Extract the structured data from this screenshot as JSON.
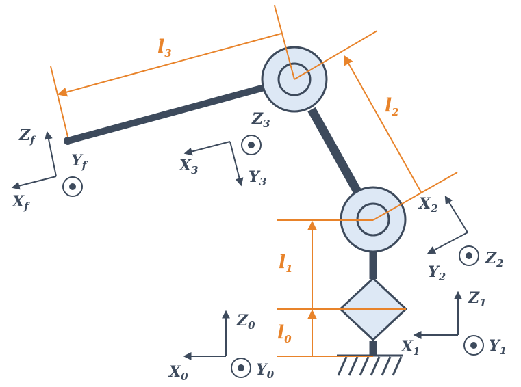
{
  "colors": {
    "link": "#3d4a5c",
    "joint_fill": "#dde8f5",
    "dimension": "#e8832a",
    "axis": "#3d4a5c"
  },
  "dimensions": [
    {
      "id": "l0",
      "main": "l",
      "sub": "0"
    },
    {
      "id": "l1",
      "main": "l",
      "sub": "1"
    },
    {
      "id": "l2",
      "main": "l",
      "sub": "2"
    },
    {
      "id": "l3",
      "main": "l",
      "sub": "3"
    }
  ],
  "frames": {
    "f0": {
      "x_main": "X",
      "x_sub": "0",
      "y_main": "Y",
      "y_sub": "0",
      "z_main": "Z",
      "z_sub": "0"
    },
    "f1": {
      "x_main": "X",
      "x_sub": "1",
      "y_main": "Y",
      "y_sub": "1",
      "z_main": "Z",
      "z_sub": "1"
    },
    "f2": {
      "x_main": "X",
      "x_sub": "2",
      "y_main": "Y",
      "y_sub": "2",
      "z_main": "Z",
      "z_sub": "2"
    },
    "f3": {
      "x_main": "X",
      "x_sub": "3",
      "y_main": "Y",
      "y_sub": "3",
      "z_main": "Z",
      "z_sub": "3"
    },
    "ff": {
      "x_main": "X",
      "x_sub": "f",
      "y_main": "Y",
      "y_sub": "f",
      "z_main": "Z",
      "z_sub": "f"
    }
  }
}
